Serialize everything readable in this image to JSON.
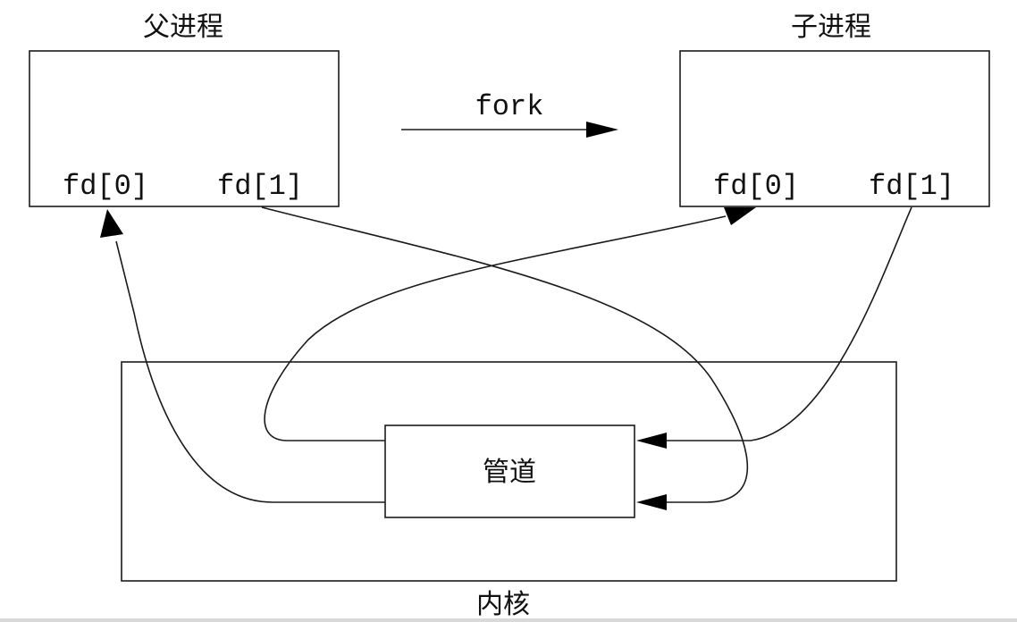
{
  "parent_process": {
    "title": "父进程",
    "fd0": "fd[0]",
    "fd1": "fd[1]"
  },
  "child_process": {
    "title": "子进程",
    "fd0": "fd[0]",
    "fd1": "fd[1]"
  },
  "fork_label": "fork",
  "kernel_label": "内核",
  "pipe_label": "管道"
}
